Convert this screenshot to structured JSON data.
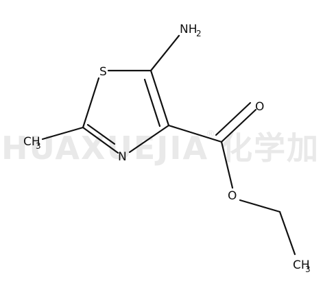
{
  "watermark": {
    "text": "HUAXUEJIA",
    "registered": "®",
    "cjk": "化学加"
  },
  "atoms": {
    "s": "S",
    "n": "N",
    "o_carbonyl": "O",
    "o_ester": "O",
    "nh2_main": "NH",
    "nh2_sub": "2",
    "ch3_left_main": "CH",
    "ch3_left_sub": "3",
    "ch3_ethyl_main": "CH",
    "ch3_ethyl_sub": "3"
  }
}
